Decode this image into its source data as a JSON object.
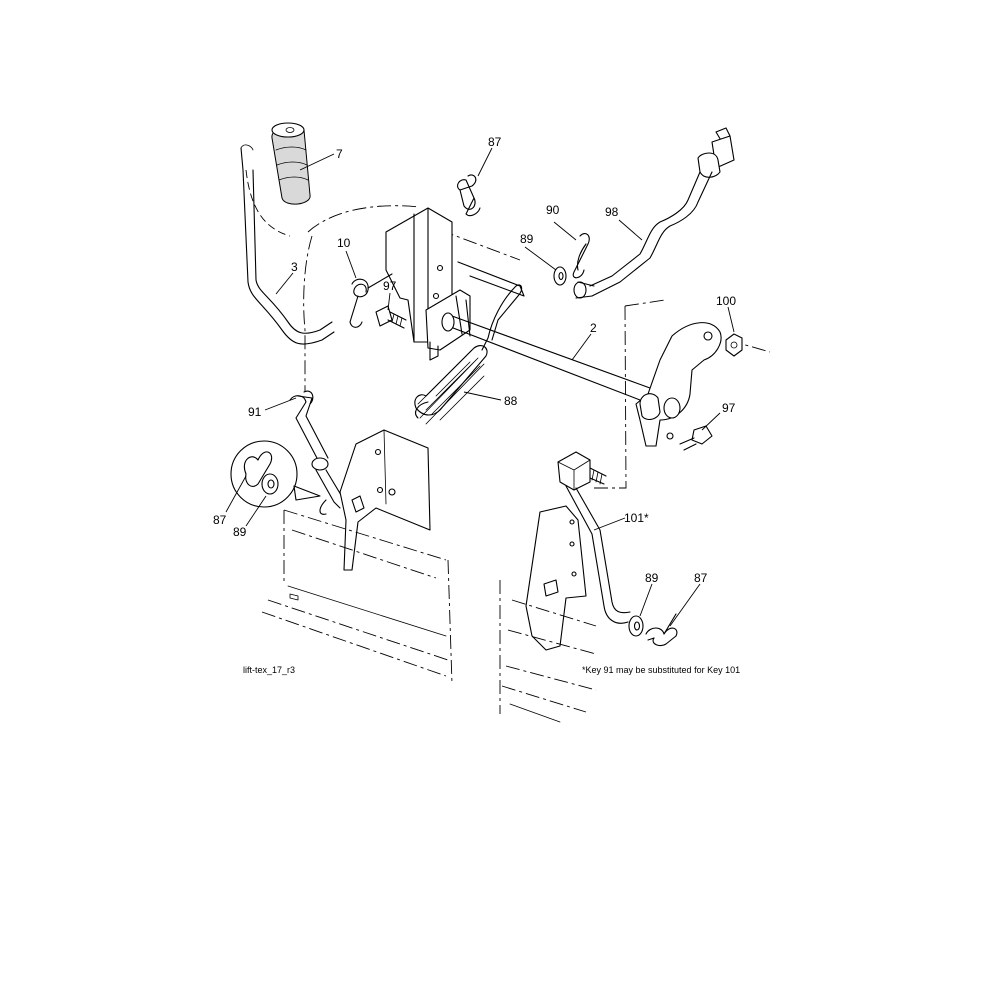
{
  "callouts": {
    "c7": "7",
    "c87_top": "87",
    "c90": "90",
    "c98": "98",
    "c89_top": "89",
    "c10": "10",
    "c3": "3",
    "c97_top": "97",
    "c2": "2",
    "c100": "100",
    "c91": "91",
    "c88": "88",
    "c97_right": "97",
    "c87_inset": "87",
    "c89_inset": "89",
    "c101": "101*",
    "c89_bottom": "89",
    "c87_bottom": "87"
  },
  "figure_id": "lift-tex_17_r3",
  "footnote": "*Key 91 may be substituted for Key 101"
}
